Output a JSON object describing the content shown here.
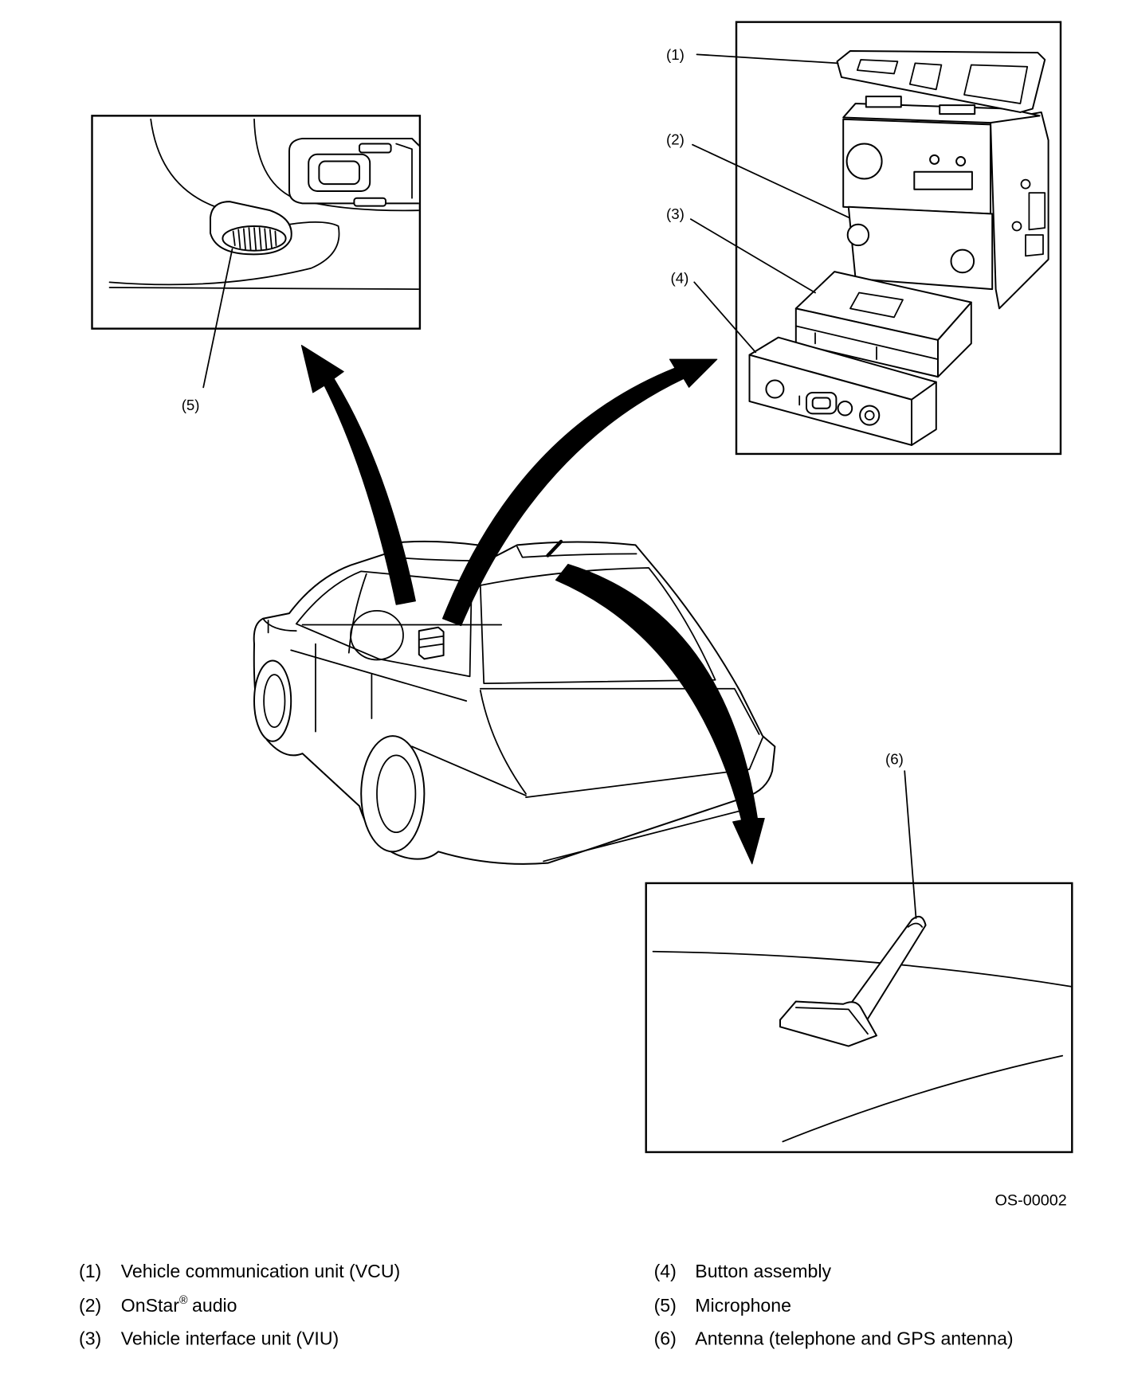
{
  "callouts": {
    "vcu": "(1)",
    "audio": "(2)",
    "viu": "(3)",
    "button_assembly": "(4)",
    "microphone": "(5)",
    "antenna": "(6)"
  },
  "figure_id": "OS-00002",
  "legend": {
    "left": [
      {
        "num": "(1)",
        "text": "Vehicle communication unit (VCU)"
      },
      {
        "num": "(2)",
        "text": "OnStar",
        "sup": "®",
        "text_after": "audio"
      },
      {
        "num": "(3)",
        "text": "Vehicle interface unit (VIU)"
      }
    ],
    "right": [
      {
        "num": "(4)",
        "text": "Button assembly"
      },
      {
        "num": "(5)",
        "text": "Microphone"
      },
      {
        "num": "(6)",
        "text": "Antenna (telephone and GPS antenna)"
      }
    ]
  }
}
